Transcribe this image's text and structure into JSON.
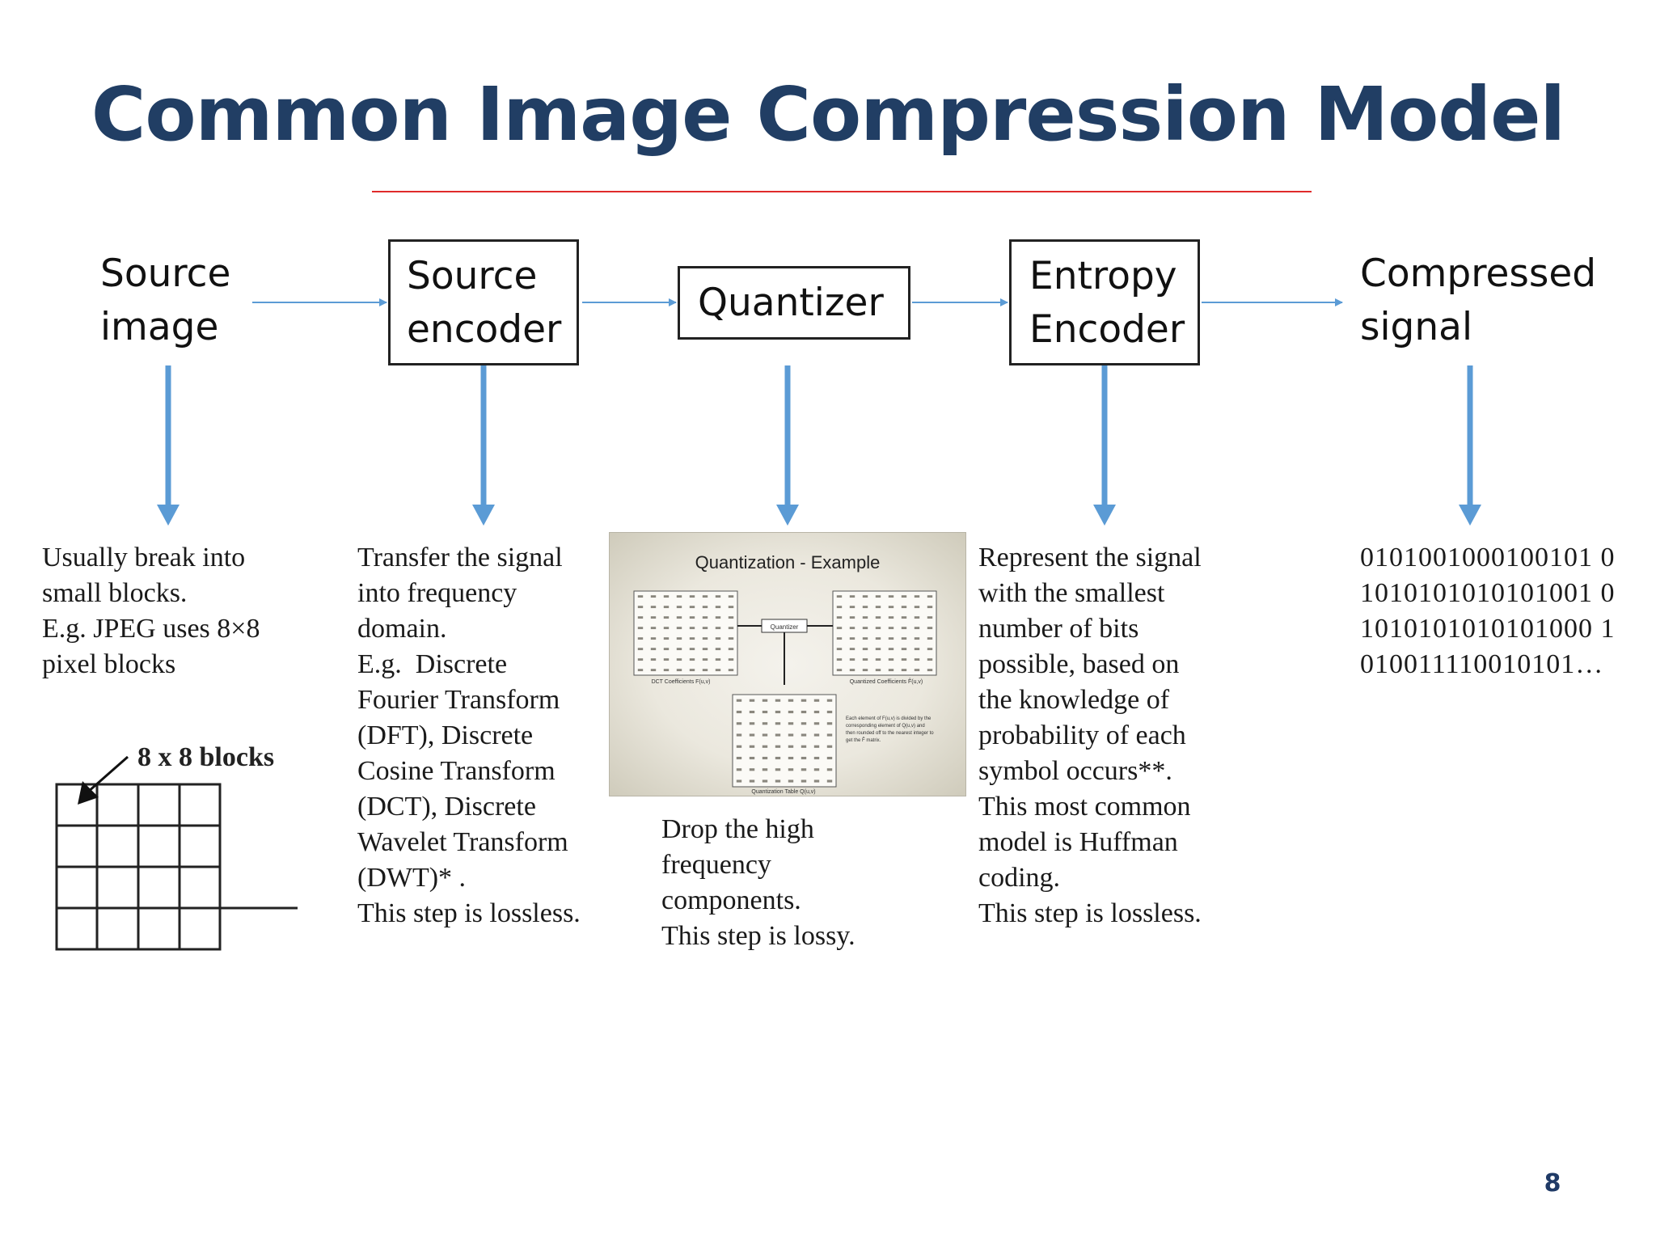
{
  "title": "Common Image Compression Model",
  "page_number": "8",
  "colors": {
    "title": "#213e64",
    "rule": "#e02a2a",
    "arrow": "#5b9bd5"
  },
  "stages": [
    {
      "id": "source-image",
      "line1": "Source",
      "line2": "image",
      "boxed": false
    },
    {
      "id": "source-encoder",
      "line1": "Source",
      "line2": "encoder",
      "boxed": true
    },
    {
      "id": "quantizer",
      "line1": "Quantizer",
      "line2": "",
      "boxed": true
    },
    {
      "id": "entropy-encoder",
      "line1": "Entropy",
      "line2": "Encoder",
      "boxed": true
    },
    {
      "id": "compressed-signal",
      "line1": "Compressed",
      "line2": "signal",
      "boxed": false
    }
  ],
  "descriptions": {
    "source_image": "Usually break into\nsmall blocks.\nE.g. JPEG uses 8×8\npixel blocks",
    "source_encoder": "Transfer the signal\ninto frequency\ndomain.\nE.g.  Discrete\nFourier Transform\n(DFT), Discrete\nCosine Transform\n(DCT), Discrete\nWavelet Transform\n(DWT)* .\nThis step is lossless.",
    "quantizer": "Drop the high\nfrequency\ncomponents.\nThis step is lossy.",
    "entropy_encoder": "Represent the signal\nwith the smallest\nnumber of bits\npossible, based on\nthe knowledge of\nprobability of each\nsymbol occurs**.\nThis most common\nmodel is Huffman\ncoding.\nThis step is lossless.",
    "compressed_signal": [
      "0101001000100101 0",
      "1010101010101001 0",
      "1010101010101000 1",
      "010011110010101…"
    ]
  },
  "blocks_label": "8 x 8 blocks",
  "quantization_example": {
    "title": "Quantization - Example",
    "quantizer_box": "Quantizer",
    "dct_label": "DCT Coefficients F(u,v)",
    "quantized_label": "Quantized Coefficients F̂(u,v)",
    "table_label": "Quantization Table Q(u,v)",
    "note": "Each element of F(u,v) is divided by the corresponding element of Q(u,v) and then rounded off to the nearest integer to get the F̂ matrix."
  }
}
